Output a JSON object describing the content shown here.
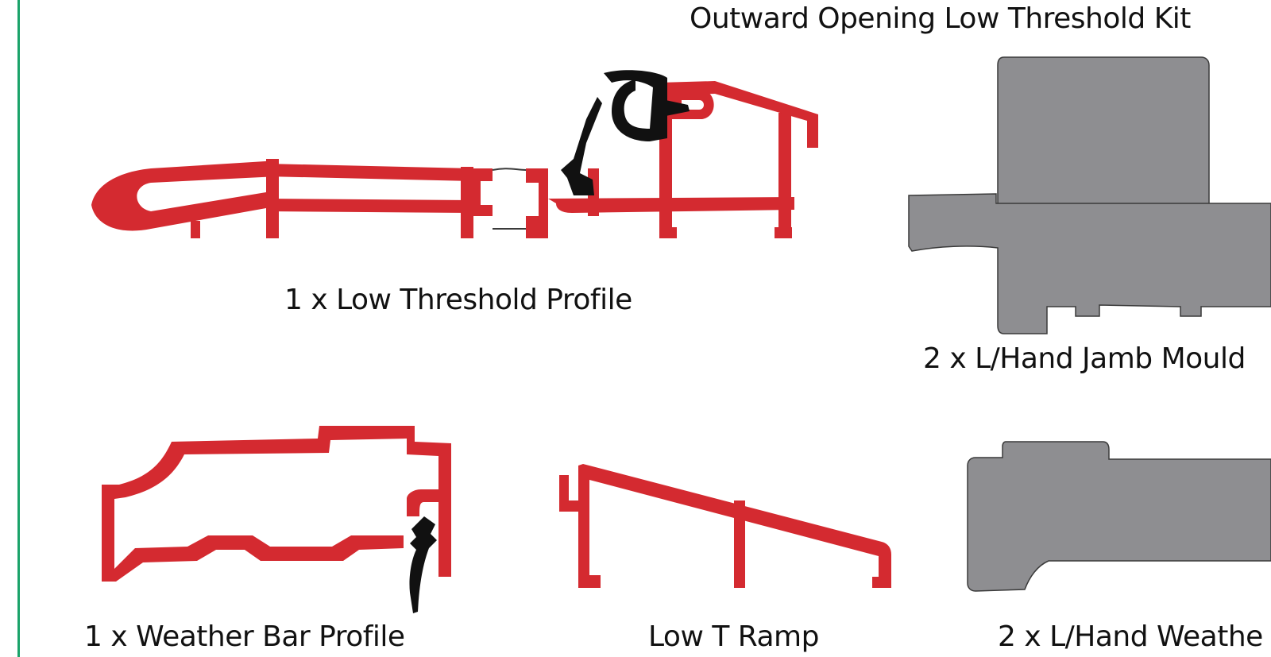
{
  "title": "Outward Opening Low Threshold Kit",
  "colors": {
    "profile_red": "#d42a30",
    "gasket_black": "#111111",
    "moulding_grey": "#8e8e91",
    "outline_grey": "#3a3a3a",
    "rule_green": "#1aa36a"
  },
  "parts": [
    {
      "label": "1 x Low Threshold Profile"
    },
    {
      "label": "2 x L/Hand Jamb Mould"
    },
    {
      "label": "1 x Weather Bar Profile"
    },
    {
      "label": "Low T Ramp"
    },
    {
      "label": "2 x L/Hand Weathe"
    }
  ]
}
